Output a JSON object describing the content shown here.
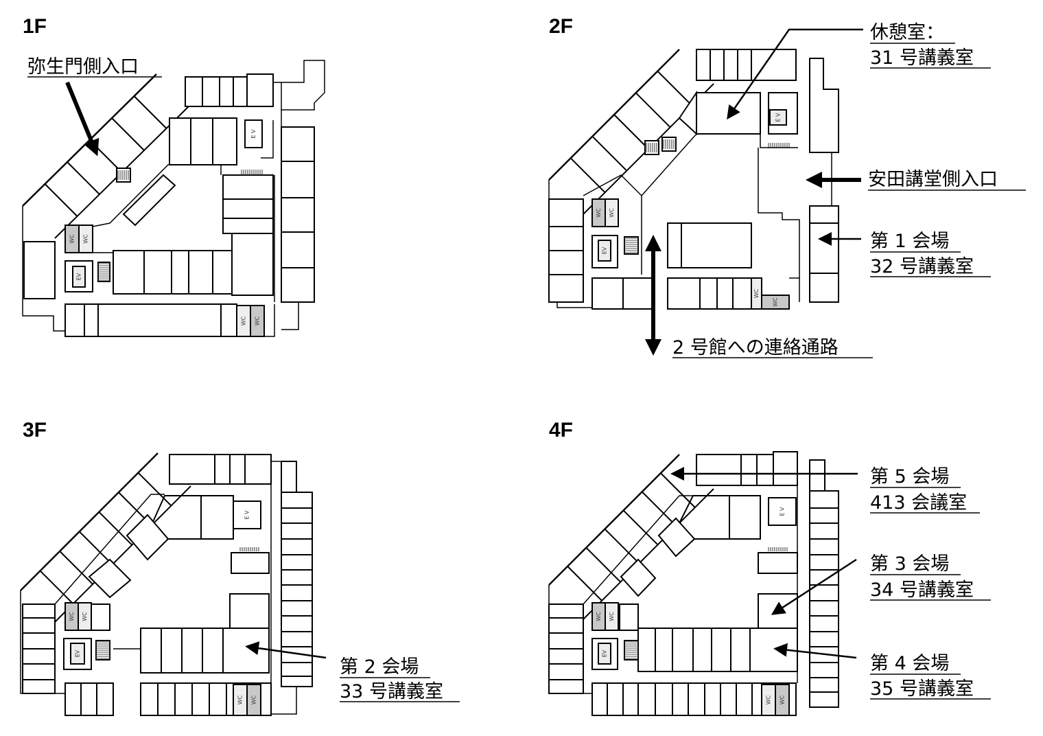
{
  "floors": [
    {
      "name": "1F"
    },
    {
      "name": "2F"
    },
    {
      "name": "3F"
    },
    {
      "name": "4F"
    }
  ],
  "room_labels": {
    "wc": "WC",
    "ev": "EV",
    "ev_vertical": "E V"
  },
  "annotations": {
    "f1_entrance": "弥生門側入口",
    "f2_lounge_line1": "休憩室：",
    "f2_lounge_line2": "31 号講義室",
    "f2_entrance": "安田講堂側入口",
    "f2_venue1_line1": "第 1 会場",
    "f2_venue1_line2": "32 号講義室",
    "f2_passage": "2 号館への連絡通路",
    "f3_venue2_line1": "第 2 会場",
    "f3_venue2_line2": "33 号講義室",
    "f4_venue5_line1": "第 5 会場",
    "f4_venue5_line2": "413 会議室",
    "f4_venue3_line1": "第 3 会場",
    "f4_venue3_line2": "34 号講義室",
    "f4_venue4_line1": "第 4 会場",
    "f4_venue4_line2": "35 号講義室"
  },
  "colors": {
    "wall": "#000000",
    "wc_fill": "#c8c8c8",
    "ev_fill": "#ececec"
  }
}
